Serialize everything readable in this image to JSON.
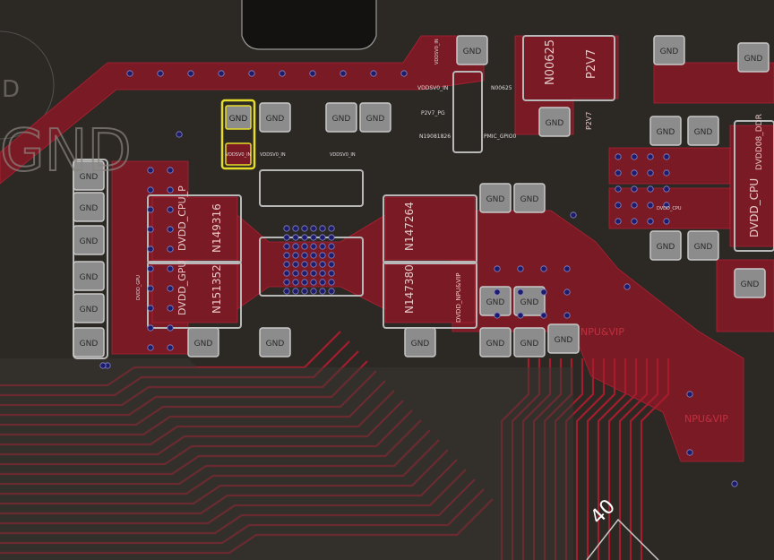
{
  "board": {
    "background": "#2c2824",
    "copper_color": "#7a1a24",
    "trace_color": "#9a1c2a",
    "pad_color": "#8c8c8c",
    "outline_color": "#b8b8b8",
    "highlight_color": "#e6dc2a",
    "via_color": "#1c1c6a"
  },
  "labels": {
    "gnd_big": "GND",
    "d_big": "D",
    "npu_vip_1": "NPU&VIP",
    "npu_vip_2": "NPU&VIP",
    "num_40": "40",
    "vddsv0_in_top": "VDDSV0_IN",
    "vddsv0_in": "VDDSV0_IN",
    "p2v7_pg": "P2V7_PG",
    "n19081826": "N19081826",
    "n00625_small": "N00625",
    "pmic_gpio": "PMIC_GPIO0",
    "n00625_big": "N00625",
    "p2v7_big": "P2V7",
    "p2v7_small": "P2V7",
    "dvdd_ddr": "DVDD08_DDR",
    "dvdd_cpu_right": "DVDD_CPU",
    "dvdd_cpu_p": "DVDD_CPU_P",
    "dvdd_gpu": "DVDD_GPU",
    "n149316": "N149316",
    "n151352": "N151352",
    "n147264": "N147264",
    "n147380": "N147380",
    "dvdd_npu_vip": "DVDD_NPU&VIP",
    "vddsv0_in_a": "VDDSV0_IN",
    "vddsv0_in_b": "VDDSV0_IN",
    "vddsv0_in_c": "VDDSV0_IN",
    "dvdd_gpu_small": "DVDD_GPU",
    "dvdd_cpu_small": "DVDD_CPU"
  },
  "gnd_pads": [
    "GND",
    "GND",
    "GND",
    "GND",
    "GND",
    "GND",
    "GND",
    "GND",
    "GND",
    "GND",
    "GND",
    "GND",
    "GND",
    "GND",
    "GND",
    "GND",
    "GND",
    "GND",
    "GND",
    "GND",
    "GND",
    "GND",
    "GND",
    "GND",
    "GND",
    "GND",
    "GND",
    "GND"
  ]
}
